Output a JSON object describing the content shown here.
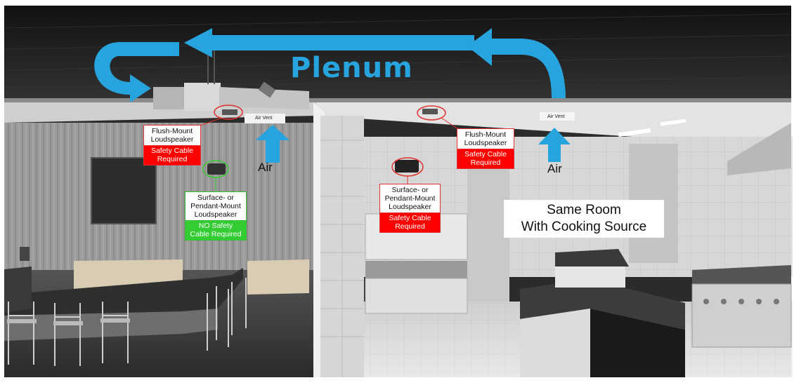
{
  "title": "Plenum",
  "air_label_left": "Air",
  "air_label_right": "Air",
  "vent_left": "Air Vent",
  "vent_right": "Air Vent",
  "callouts": {
    "flush_left": {
      "line1": "Flush-Mount",
      "line2": "Loudspeaker",
      "warn1": "Safety Cable",
      "warn2": "Required"
    },
    "surface_left": {
      "line1": "Surface- or",
      "line2": "Pendant-Mount",
      "line3": "Loudspeaker",
      "warn1": "NO Safety",
      "warn2": "Cable Required"
    },
    "surface_right": {
      "line1": "Surface- or",
      "line2": "Pendant-Mount",
      "line3": "Loudspeaker",
      "warn1": "Safety Cable",
      "warn2": "Required"
    },
    "flush_right": {
      "line1": "Flush-Mount",
      "line2": "Loudspeaker",
      "warn1": "Safety Cable",
      "warn2": "Required"
    }
  },
  "same_room": {
    "line1": "Same Room",
    "line2": "With Cooking Source"
  },
  "colors": {
    "arrow": "#27a3dd",
    "warning": "#ff0000",
    "ok": "#33cc33",
    "callout_ring_red": "#e03030",
    "callout_ring_green": "#33cc33"
  }
}
